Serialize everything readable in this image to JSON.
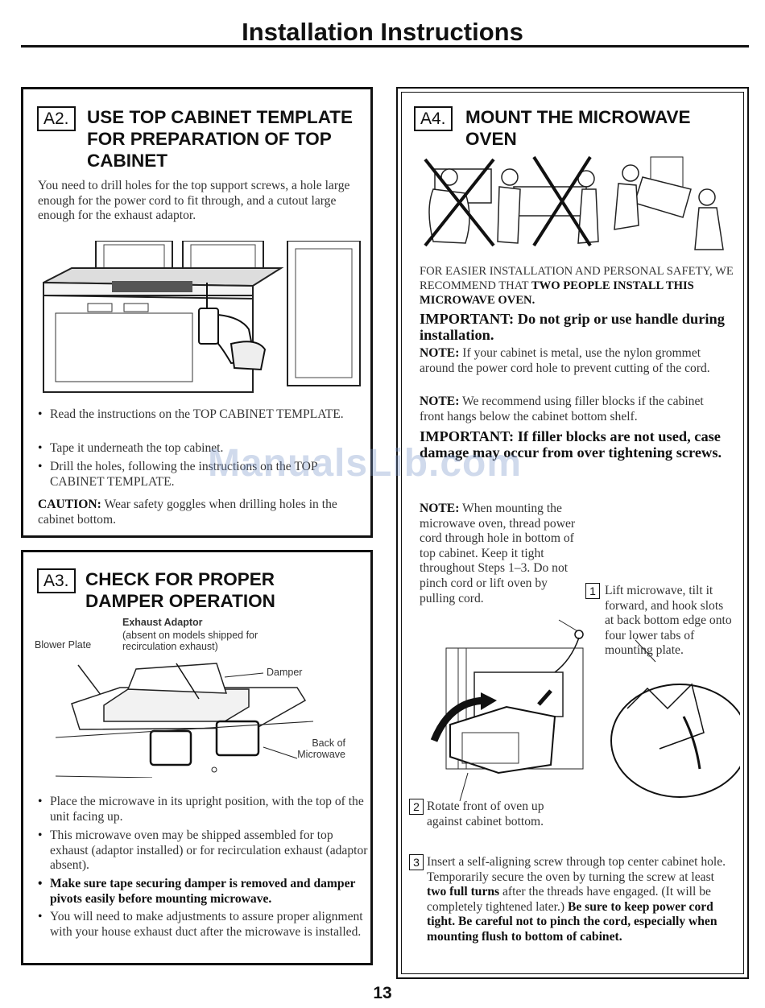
{
  "page": {
    "header": "Installation Instructions",
    "number": "13",
    "watermark": "ManualsLib.com"
  },
  "a2": {
    "tag": "A2.",
    "title": "USE TOP CABINET TEMPLATE FOR PREPARATION OF TOP CABINET",
    "intro": "You need to drill holes for the top support screws, a hole large enough for the power cord to fit through, and a cutout large enough for the exhaust adaptor.",
    "bullets": [
      "Read the instructions on the TOP CABINET TEMPLATE.",
      "Tape it underneath the top cabinet.",
      "Drill the holes, following the instructions on the TOP CABINET TEMPLATE."
    ],
    "caution_label": "CAUTION:",
    "caution_text": "Wear safety goggles when drilling holes in the cabinet bottom."
  },
  "a3": {
    "tag": "A3.",
    "title": "CHECK FOR PROPER DAMPER OPERATION",
    "diagram": {
      "exhaust_adaptor": "Exhaust Adaptor",
      "exhaust_note": "(absent on models shipped for recirculation exhaust)",
      "blower_plate": "Blower Plate",
      "damper": "Damper",
      "back_of_microwave": "Back of Microwave"
    },
    "bullets": [
      "Place the microwave in its upright position, with the top of the unit facing up.",
      "This microwave oven may be shipped assembled for top exhaust (adaptor installed) or for recirculation exhaust (adaptor absent).",
      "Make sure tape securing damper is removed and damper pivots easily before mounting microwave.",
      "You will need to make adjustments to assure proper alignment with your house exhaust duct after the microwave is installed."
    ]
  },
  "a4": {
    "tag": "A4.",
    "title": "MOUNT THE MICROWAVE OVEN",
    "safety_text": "FOR EASIER INSTALLATION AND PERSONAL SAFETY, WE RECOMMEND THAT",
    "safety_bold": "TWO PEOPLE INSTALL THIS MICROWAVE OVEN.",
    "important1": "IMPORTANT: Do not grip or use handle during installation.",
    "note1_label": "NOTE:",
    "note1_text": "If your cabinet is metal, use the nylon grommet around the power cord hole to prevent cutting of the cord.",
    "note2_label": "NOTE:",
    "note2_text": "We recommend using filler blocks if the cabinet front hangs below the cabinet bottom shelf.",
    "important2": "IMPORTANT: If filler blocks are not used, case damage may occur from over tightening screws.",
    "note3_label": "NOTE:",
    "note3_text": "When mounting the microwave oven, thread power cord through hole in bottom of top cabinet. Keep it tight throughout Steps 1–3. Do not pinch cord or lift oven by pulling cord.",
    "steps": [
      {
        "num": "1",
        "text": "Lift microwave, tilt it forward, and hook slots at back bottom edge onto four lower tabs of mounting plate."
      },
      {
        "num": "2",
        "text": "Rotate front of oven up against cabinet bottom."
      },
      {
        "num": "3",
        "text": "Insert a self-aligning screw through top center cabinet hole. Temporarily secure the oven by turning the screw at least",
        "bold1": "two full turns",
        "text2": "after the threads have engaged. (It will be completely tightened later.)",
        "bold2": "Be sure to keep power cord tight. Be careful not to pinch the cord, especially when mounting flush to bottom of cabinet."
      }
    ]
  }
}
